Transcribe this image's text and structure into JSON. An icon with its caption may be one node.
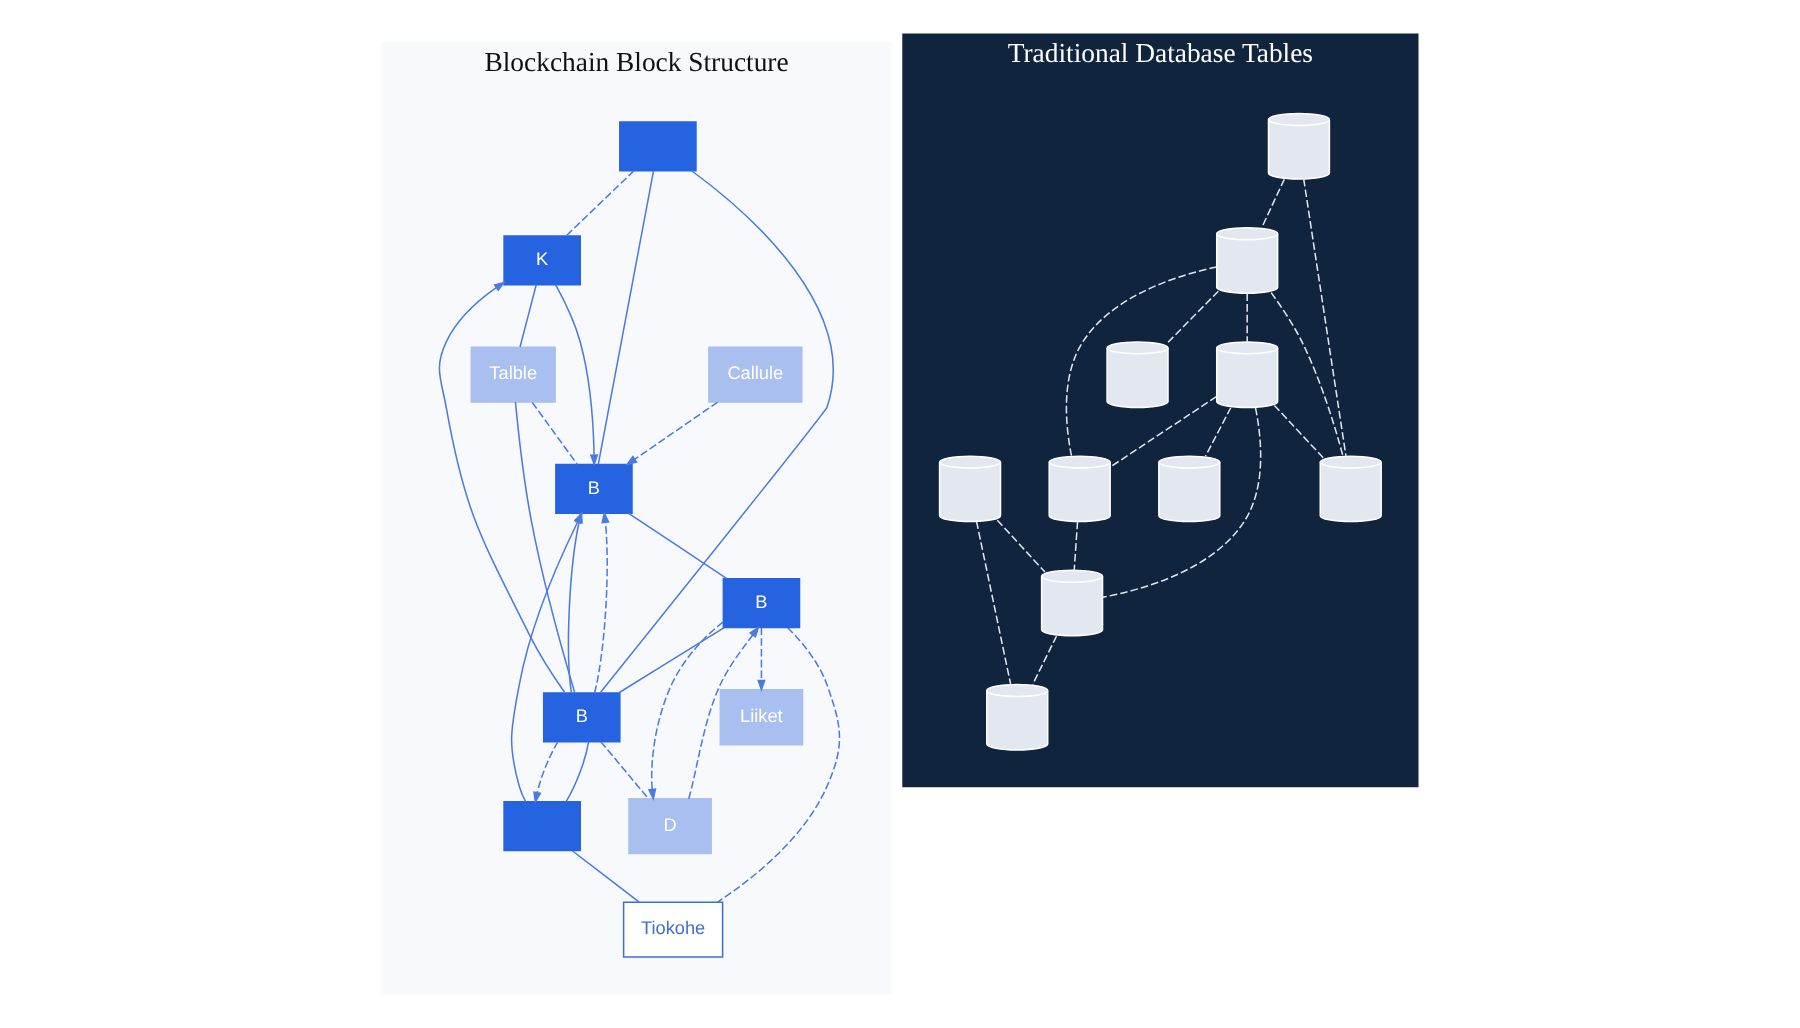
{
  "diagram": {
    "nodes": [
      {
        "text": [
          "Blockchain Block Structure"
        ]
      },
      {
        "text": [
          "Traditional Database Tables"
        ]
      },
      {
        "text": [],
        "shape": "box",
        "in": 0
      },
      {
        "text": [
          "K"
        ],
        "in": 0
      },
      {
        "text": [
          "Talble"
        ],
        "in": 0
      },
      {
        "text": [
          "Callule"
        ],
        "in": 0
      },
      {
        "text": [
          "B"
        ],
        "in": 0
      },
      {
        "text": [
          "B"
        ],
        "in": 0
      },
      {
        "text": [],
        "shape": "box",
        "in": 0
      },
      {
        "text": [
          "Tiokohe"
        ],
        "in": 0
      },
      {
        "text": [
          "B"
        ],
        "in": 0
      },
      {
        "text": [
          "D"
        ],
        "in": 0
      },
      {
        "text": [
          "Liiket"
        ],
        "in": 0
      },
      {
        "text": [],
        "shape": "cylinder",
        "in": 1
      },
      {
        "text": [],
        "shape": "cylinder",
        "in": 1
      },
      {
        "text": [],
        "shape": "cylinder",
        "in": 1
      },
      {
        "text": [],
        "shape": "cylinder",
        "in": 1
      },
      {
        "text": [],
        "shape": "cylinder",
        "in": 1
      },
      {
        "text": [],
        "shape": "cylinder",
        "in": 1
      },
      {
        "text": [],
        "shape": "cylinder",
        "in": 1
      },
      {
        "text": [],
        "shape": "cylinder",
        "in": 1
      },
      {
        "text": [],
        "shape": "cylinder",
        "in": 1
      },
      {
        "text": [],
        "shape": "cylinder",
        "in": 1
      }
    ],
    "edges": [
      {
        "from": 2,
        "to": 3,
        "arrow": "none",
        "style": "dashed"
      },
      {
        "from": 2,
        "to": 6,
        "arrow": "none"
      },
      {
        "from": 2,
        "to": 7,
        "arrow": "none"
      },
      {
        "from": 3,
        "to": 6,
        "arrow": "to"
      },
      {
        "from": 3,
        "to": 4,
        "arrow": "none"
      },
      {
        "from": 7,
        "to": 3,
        "arrow": "to"
      },
      {
        "from": 4,
        "to": 6,
        "arrow": "none",
        "style": "dashed"
      },
      {
        "from": 5,
        "to": 6,
        "arrow": "to",
        "style": "dashed"
      },
      {
        "from": 7,
        "to": 6,
        "arrow": "to"
      },
      {
        "from": 7,
        "to": 6,
        "arrow": "to",
        "style": "dashed"
      },
      {
        "from": 7,
        "to": 4,
        "arrow": "none"
      },
      {
        "from": 8,
        "to": 6,
        "arrow": "to"
      },
      {
        "from": 8,
        "to": 7,
        "arrow": "none"
      },
      {
        "from": 7,
        "to": 8,
        "arrow": "to",
        "style": "dashed"
      },
      {
        "from": 6,
        "to": 10,
        "arrow": "none"
      },
      {
        "from": 10,
        "to": 7,
        "arrow": "none"
      },
      {
        "from": 7,
        "to": 11,
        "arrow": "none",
        "style": "dashed"
      },
      {
        "from": 11,
        "to": 10,
        "arrow": "to",
        "style": "dashed"
      },
      {
        "from": 10,
        "to": 11,
        "arrow": "to",
        "style": "dashed"
      },
      {
        "from": 8,
        "to": 9,
        "arrow": "none"
      },
      {
        "from": 10,
        "to": 9,
        "arrow": "none",
        "style": "dashed"
      },
      {
        "from": 10,
        "to": 12,
        "arrow": "to",
        "style": "dashed"
      },
      {
        "from": 13,
        "to": 14,
        "arrow": "none",
        "style": "dashed",
        "color": "#dfe6f0"
      },
      {
        "from": 13,
        "to": 15,
        "arrow": "none",
        "style": "dashed",
        "color": "#dfe6f0"
      },
      {
        "from": 15,
        "to": 14,
        "arrow": "none",
        "style": "dashed",
        "color": "#dfe6f0"
      },
      {
        "from": 15,
        "to": 16,
        "arrow": "none",
        "style": "dashed",
        "color": "#dfe6f0"
      },
      {
        "from": 15,
        "to": 17,
        "arrow": "none",
        "style": "dashed",
        "color": "#dfe6f0"
      },
      {
        "from": 15,
        "to": 19,
        "arrow": "none",
        "style": "dashed",
        "color": "#dfe6f0"
      },
      {
        "from": 17,
        "to": 14,
        "arrow": "none",
        "style": "dashed",
        "color": "#dfe6f0"
      },
      {
        "from": 17,
        "to": 18,
        "arrow": "none",
        "style": "dashed",
        "color": "#dfe6f0"
      },
      {
        "from": 17,
        "to": 19,
        "arrow": "none",
        "style": "dashed",
        "color": "#dfe6f0"
      },
      {
        "from": 17,
        "to": 20,
        "arrow": "none",
        "style": "dashed",
        "color": "#dfe6f0"
      },
      {
        "from": 19,
        "to": 20,
        "arrow": "none",
        "style": "dashed",
        "color": "#dfe6f0"
      },
      {
        "from": 21,
        "to": 20,
        "arrow": "none",
        "style": "dashed",
        "color": "#dfe6f0"
      },
      {
        "from": 21,
        "to": 22,
        "arrow": "none",
        "style": "dashed",
        "color": "#dfe6f0"
      },
      {
        "from": 20,
        "to": 22,
        "arrow": "none",
        "style": "dashed",
        "color": "#dfe6f0"
      }
    ]
  }
}
